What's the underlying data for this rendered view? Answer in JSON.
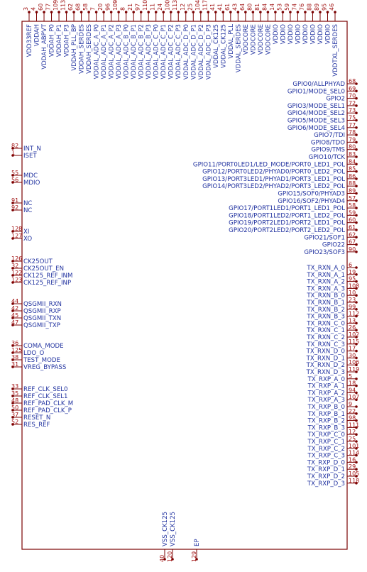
{
  "colors": {
    "body": "#7a0000",
    "pin_label": "#2233a0",
    "pin_number": "#a01010",
    "dot": "#7a0000"
  },
  "pins": {
    "top": [
      {
        "name": "VDD33REF",
        "num": "3"
      },
      {
        "name": "VDDAH",
        "num": "4"
      },
      {
        "name": "VDDAH_ABPVT",
        "num": "60"
      },
      {
        "name": "VDDAH_P0",
        "num": "77"
      },
      {
        "name": "VDDAH_P1",
        "num": "109"
      },
      {
        "name": "VDDAH_P3",
        "num": "113"
      },
      {
        "name": "VDDAH_PLL_BP",
        "num": "62"
      },
      {
        "name": "VDDAH_SERDES",
        "num": "68"
      },
      {
        "name": "VDDAH_SERDES",
        "num": "58"
      },
      {
        "name": "VDDAL_ADC_A_P0",
        "num": "7"
      },
      {
        "name": "VDDAL_ADC_A_P1",
        "num": "20"
      },
      {
        "name": "VDDAL_ADC_A_P2",
        "num": "96"
      },
      {
        "name": "VDDAL_ADC_A_P3",
        "num": "109"
      },
      {
        "name": "VDDAL_ADC_B_P0",
        "num": "8"
      },
      {
        "name": "VDDAL_ADC_B_P1",
        "num": "21"
      },
      {
        "name": "VDDAL_ADC_B_P2",
        "num": "97"
      },
      {
        "name": "VDDAL_ADC_B_P3",
        "num": "110"
      },
      {
        "name": "VDDAL_ADC_C_P0",
        "num": "11"
      },
      {
        "name": "VDDAL_ADC_C_P1",
        "num": "24"
      },
      {
        "name": "VDDAL_ADC_C_P2",
        "num": "100"
      },
      {
        "name": "VDDAL_ADC_C_P3",
        "num": "113"
      },
      {
        "name": "VDDAL_ADC_D_P0",
        "num": "12"
      },
      {
        "name": "VDDAL_ADC_D_P1",
        "num": "25"
      },
      {
        "name": "VDDAL_ADC_D_P2",
        "num": "104"
      },
      {
        "name": "VDDAL_ADC_D_P3",
        "num": "117"
      },
      {
        "name": "VDDAL_CK125",
        "num": "41"
      },
      {
        "name": "VDDAL_CK125",
        "num": "41"
      },
      {
        "name": "VDDAL_PLL",
        "num": "61"
      },
      {
        "name": "VDDAL_SERDES",
        "num": "43"
      },
      {
        "name": "VDDCORE",
        "num": "64"
      },
      {
        "name": "VDDCORE",
        "num": "80"
      },
      {
        "name": "VDDCORE",
        "num": "81"
      },
      {
        "name": "VDDCORE",
        "num": "84"
      },
      {
        "name": "VDDIO",
        "num": "14"
      },
      {
        "name": "VDDIO",
        "num": "53"
      },
      {
        "name": "VDDIO",
        "num": "59"
      },
      {
        "name": "VDDIO",
        "num": "74"
      },
      {
        "name": "VDDIO",
        "num": "76"
      },
      {
        "name": "VDDIO",
        "num": "88"
      },
      {
        "name": "VDDIO",
        "num": "89"
      },
      {
        "name": "VDDIO",
        "num": "95"
      },
      {
        "name": "VDDTXL_SERDES",
        "num": "46"
      }
    ],
    "left": [
      {
        "name": "INT_N",
        "num": "82",
        "g": 0
      },
      {
        "name": "ISET",
        "num": "1",
        "g": 0
      },
      {
        "name": "MDC",
        "num": "55",
        "g": 1
      },
      {
        "name": "MDIO",
        "num": "56",
        "g": 1
      },
      {
        "name": "NC",
        "num": "91",
        "g": 2
      },
      {
        "name": "NC",
        "num": "92",
        "g": 2
      },
      {
        "name": "XI",
        "num": "128",
        "g": 3
      },
      {
        "name": "XO",
        "num": "127",
        "g": 3
      },
      {
        "name": "CK25OUT",
        "num": "126",
        "g": 4
      },
      {
        "name": "CK25OUT_EN",
        "num": "32",
        "g": 4
      },
      {
        "name": "CK125_REF_INM",
        "num": "122",
        "g": 4
      },
      {
        "name": "CK125_REF_INP",
        "num": "123",
        "g": 4
      },
      {
        "name": "QSGMII_RXN",
        "num": "44",
        "g": 5
      },
      {
        "name": "QSGMII_RXP",
        "num": "42",
        "g": 5
      },
      {
        "name": "QSGMII_TXN",
        "num": "45",
        "g": 5
      },
      {
        "name": "QSGMII_TXP",
        "num": "47",
        "g": 5
      },
      {
        "name": "COMA_MODE",
        "num": "36",
        "g": 6
      },
      {
        "name": "LDO_O",
        "num": "125",
        "g": 6
      },
      {
        "name": "TEST_MODE",
        "num": "38",
        "g": 6
      },
      {
        "name": "VREG_BYPASS",
        "num": "31",
        "g": 6
      },
      {
        "name": "REF_CLK_SEL0",
        "num": "33",
        "g": 7
      },
      {
        "name": "REF_CLK_SEL1",
        "num": "35",
        "g": 7
      },
      {
        "name": "REF_PAD_CLK_M",
        "num": "48",
        "g": 7
      },
      {
        "name": "REF_PAD_CLK_P",
        "num": "50",
        "g": 7
      },
      {
        "name": "RESET_N",
        "num": "37",
        "g": 7
      },
      {
        "name": "RES_REF",
        "num": "52",
        "g": 7
      }
    ],
    "right_gpio": [
      {
        "name": "GPIO0/ALLPHYAD",
        "num": "68"
      },
      {
        "name": "GPIO1/MODE_SEL0",
        "num": "69"
      },
      {
        "name": "GPIO2",
        "num": "70"
      },
      {
        "name": "GPIO3/MODE_SEL1",
        "num": "72"
      },
      {
        "name": "GPIO4/MODE_SEL2",
        "num": "73"
      },
      {
        "name": "GPIO5/MODE_SEL3",
        "num": "75"
      },
      {
        "name": "GPIO6/MODE_SEL4",
        "num": "77"
      },
      {
        "name": "GPIO7/TDI",
        "num": "78"
      },
      {
        "name": "GPIO8/TDO",
        "num": "79"
      },
      {
        "name": "GPIO9/TMS",
        "num": "80"
      },
      {
        "name": "GPIO10/TCK",
        "num": "83"
      },
      {
        "name": "GPIO11/PORT0LED1/LED_MODE/PORT0_LED1_POL",
        "num": "84"
      },
      {
        "name": "GPIO12/PORT0LED2/PHYAD0/PORT0_LED2_POL",
        "num": "85"
      },
      {
        "name": "GPIO13/PORT3LED1/PHYAD1/PORT3_LED1_POL",
        "num": "86"
      },
      {
        "name": "GPIO14/PORT3LED2/PHYAD2/PORT3_LED2_POL",
        "num": "88"
      },
      {
        "name": "GPIO15/SOF0/PHYAD3",
        "num": "89"
      },
      {
        "name": "GPIO16/SOF2/PHYAD4",
        "num": "57"
      },
      {
        "name": "GPIO17/PORT1LED1/PORT1_LED1_POL",
        "num": "58"
      },
      {
        "name": "GPIO18/PORT1LED2/PORT1_LED2_POL",
        "num": "59"
      },
      {
        "name": "GPIO19/PORT2LED1/PORT2_LED1_POL",
        "num": "60"
      },
      {
        "name": "GPIO20/PORT2LED2/PORT2_LED2_POL",
        "num": "61"
      },
      {
        "name": "GPIO21/SOF1",
        "num": "62"
      },
      {
        "name": "GPIO22",
        "num": "67"
      },
      {
        "name": "GPIO23/SOF3",
        "num": "90"
      }
    ],
    "right_tx": [
      {
        "name": "TX_RXN_A_0",
        "num": "6"
      },
      {
        "name": "TX_RXN_A_1",
        "num": "19"
      },
      {
        "name": "TX_RXN_A_2",
        "num": "95"
      },
      {
        "name": "TX_RXN_A_3",
        "num": "108"
      },
      {
        "name": "TX_RXN_B_0",
        "num": "10"
      },
      {
        "name": "TX_RXN_B_1",
        "num": "23"
      },
      {
        "name": "TX_RXN_B_2",
        "num": "99"
      },
      {
        "name": "TX_RXN_B_3",
        "num": "112"
      },
      {
        "name": "TX_RXN_C_0",
        "num": "13"
      },
      {
        "name": "TX_RXN_C_1",
        "num": "26"
      },
      {
        "name": "TX_RXN_C_2",
        "num": "102"
      },
      {
        "name": "TX_RXN_C_3",
        "num": "115"
      },
      {
        "name": "TX_RXN_D_0",
        "num": "17"
      },
      {
        "name": "TX_RXN_D_1",
        "num": "30"
      },
      {
        "name": "TX_RXN_D_2",
        "num": "106"
      },
      {
        "name": "TX_RXN_D_3",
        "num": "119"
      },
      {
        "name": "TX_RXP_A_0",
        "num": "5"
      },
      {
        "name": "TX_RXP_A_1",
        "num": "18"
      },
      {
        "name": "TX_RXP_A_2",
        "num": "94"
      },
      {
        "name": "TX_RXP_A_3",
        "num": "107"
      },
      {
        "name": "TX_RXP_B_0",
        "num": "9"
      },
      {
        "name": "TX_RXP_B_1",
        "num": "22"
      },
      {
        "name": "TX_RXP_B_2",
        "num": "98"
      },
      {
        "name": "TX_RXP_B_3",
        "num": "111"
      },
      {
        "name": "TX_RXP_C_0",
        "num": "12"
      },
      {
        "name": "TX_RXP_C_1",
        "num": "25"
      },
      {
        "name": "TX_RXP_C_2",
        "num": "101"
      },
      {
        "name": "TX_RXP_C_3",
        "num": "114"
      },
      {
        "name": "TX_RXP_D_0",
        "num": "16"
      },
      {
        "name": "TX_RXP_D_1",
        "num": "29"
      },
      {
        "name": "TX_RXP_D_2",
        "num": "105"
      },
      {
        "name": "TX_RXP_D_3",
        "num": "118"
      }
    ],
    "bottom": [
      {
        "name": "VSS_CK125",
        "num": "40"
      },
      {
        "name": "VSS_CK125",
        "num": "120"
      },
      {
        "name": "EP",
        "num": "129"
      }
    ]
  }
}
